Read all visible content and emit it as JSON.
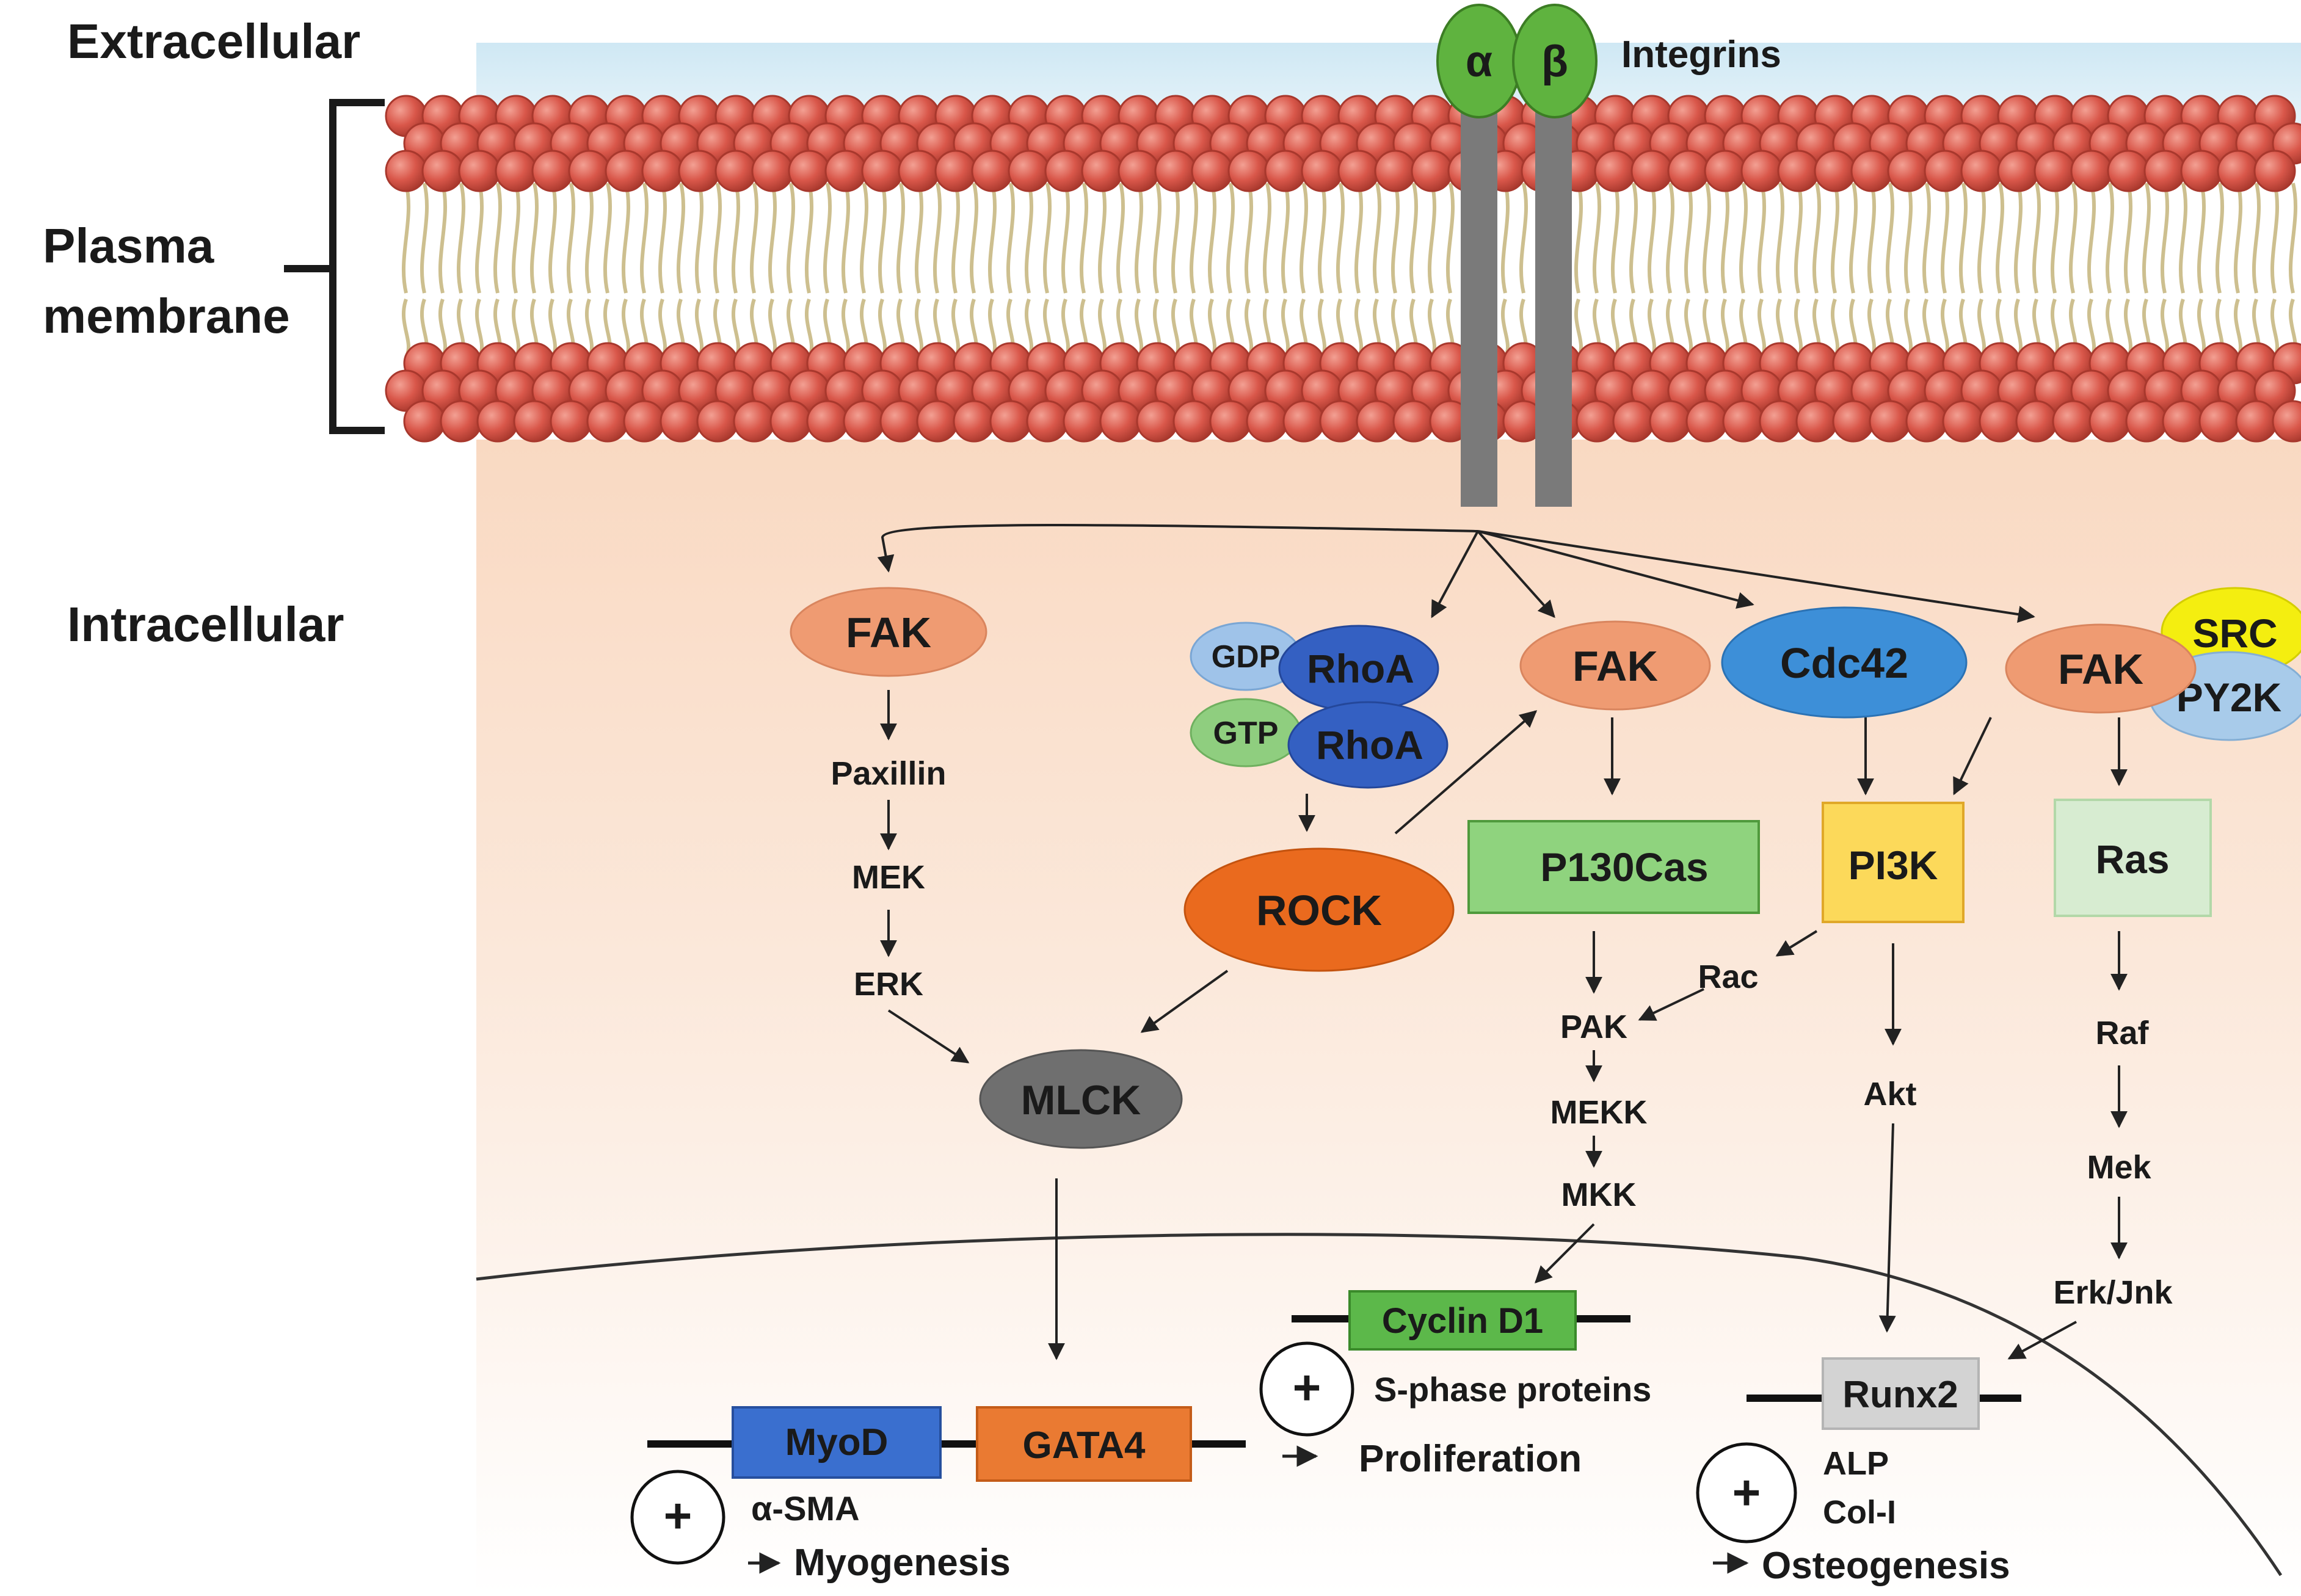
{
  "labels": {
    "extracellular": "Extracellular",
    "plasma_line1": "Plasma",
    "plasma_line2": "membrane",
    "intracellular": "Intracellular",
    "integrins": "Integrins",
    "alpha": "α",
    "beta": "β"
  },
  "nodes": {
    "fak_left": "FAK",
    "paxillin": "Paxillin",
    "mek_left": "MEK",
    "erk_left": "ERK",
    "gdp": "GDP",
    "rhoa_gdp": "RhoA",
    "gtp": "GTP",
    "rhoa_gtp": "RhoA",
    "rock": "ROCK",
    "mlck": "MLCK",
    "fak_mid": "FAK",
    "p130cas": "P130Cas",
    "pak": "PAK",
    "rac": "Rac",
    "mekk": "MEKK",
    "mkk": "MKK",
    "cdc42": "Cdc42",
    "pi3k": "PI3K",
    "akt": "Akt",
    "fak_right": "FAK",
    "src": "SRC",
    "py2k": "PY2K",
    "ras": "Ras",
    "raf": "Raf",
    "mek_right": "Mek",
    "erk_jnk": "Erk/Jnk",
    "myod": "MyoD",
    "gata4": "GATA4",
    "cyclin_d1": "Cyclin D1",
    "runx2": "Runx2"
  },
  "outcomes": {
    "plus": "+",
    "asma": "α-SMA",
    "myogenesis": "Myogenesis",
    "sphase": "S-phase proteins",
    "proliferation": "Proliferation",
    "alp": "ALP",
    "coli": "Col-I",
    "osteogenesis": "Osteogenesis"
  },
  "colors": {
    "membrane_head": "#d9574a",
    "membrane_head_edge": "#a8382d",
    "membrane_tail": "#cdbf8f",
    "cytoplasm_top": "#fbe6d6",
    "extracellular_top": "#d6ecf5",
    "fak": "#ef9b72",
    "rhoa": "#3460c2",
    "gdp": "#9fc3e9",
    "gtp": "#8fce7f",
    "rock": "#ea6a1e",
    "mlck": "#6f6f6f",
    "cdc42": "#3d8fd8",
    "src": "#f4ee10",
    "py2k": "#a8cbea",
    "p130cas": "#8fd37e",
    "pi3k": "#fcd95a",
    "ras": "#d7ecd1",
    "myod": "#3a6fcf",
    "gata4": "#ea7a32",
    "cyclin": "#5cb84a",
    "runx2": "#d3d3d3",
    "integrin_head": "#5fb33f",
    "integrin_stalk": "#7a7a7a"
  }
}
